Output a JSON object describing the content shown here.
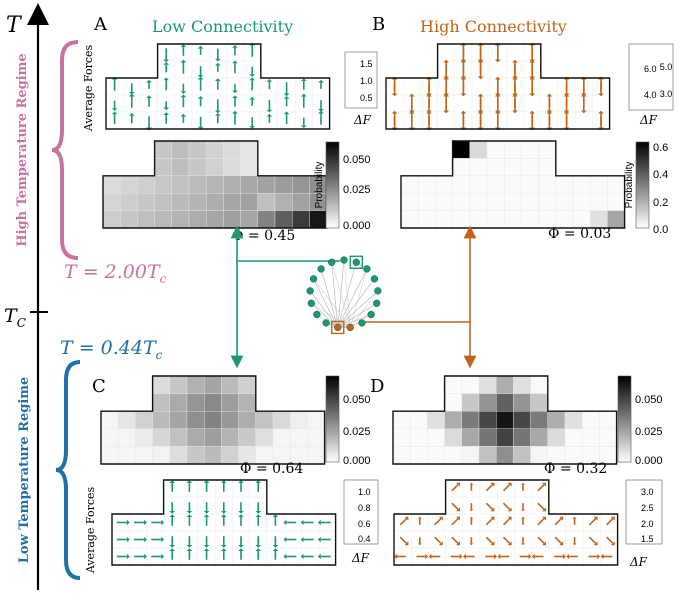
{
  "axis": {
    "temperature_symbol": "T",
    "critical_symbol": "T",
    "critical_sub": "C"
  },
  "regimes": {
    "high": {
      "label": "High Temperature Regime",
      "color": "#c8739f",
      "temp_main": "T = 2.00T",
      "temp_sub": "c"
    },
    "low": {
      "label": "Low Temperature Regime",
      "color": "#1f6fa8",
      "temp_main": "T = 0.44T",
      "temp_sub": "c"
    }
  },
  "panels": {
    "A": {
      "letter": "A",
      "title": "Low Connectivity",
      "phi": "Φ = 0.45",
      "force_label": "Average Forces",
      "force_legend": [
        "1.5",
        "1.0",
        "0.5"
      ]
    },
    "B": {
      "letter": "B",
      "title": "High Connectivity",
      "phi": "Φ = 0.03",
      "force_legend": [
        "6.0",
        "5.0",
        "4.0",
        "3.0"
      ]
    },
    "C": {
      "letter": "C",
      "phi": "Φ = 0.64",
      "force_label": "Average Forces",
      "force_legend": [
        "1.0",
        "0.8",
        "0.6",
        "0.4"
      ]
    },
    "D": {
      "letter": "D",
      "phi": "Φ = 0.32",
      "force_legend": [
        "3.0",
        "2.5",
        "2.0",
        "1.5"
      ]
    }
  },
  "colorbars": {
    "A": {
      "ticks": [
        "0.050",
        "0.025",
        "0.000"
      ],
      "label": "Probability"
    },
    "B": {
      "ticks": [
        "0.6",
        "0.4",
        "0.2",
        "0.0"
      ],
      "label": "Probability"
    },
    "C": {
      "ticks": [
        "0.050",
        "0.025",
        "0.000"
      ]
    },
    "D": {
      "ticks": [
        "0.050",
        "0.025",
        "0.000"
      ]
    }
  },
  "delta_f": "ΔF",
  "colors": {
    "green": "#1a9a6c",
    "orange": "#c0641a",
    "axis": "#000000"
  }
}
